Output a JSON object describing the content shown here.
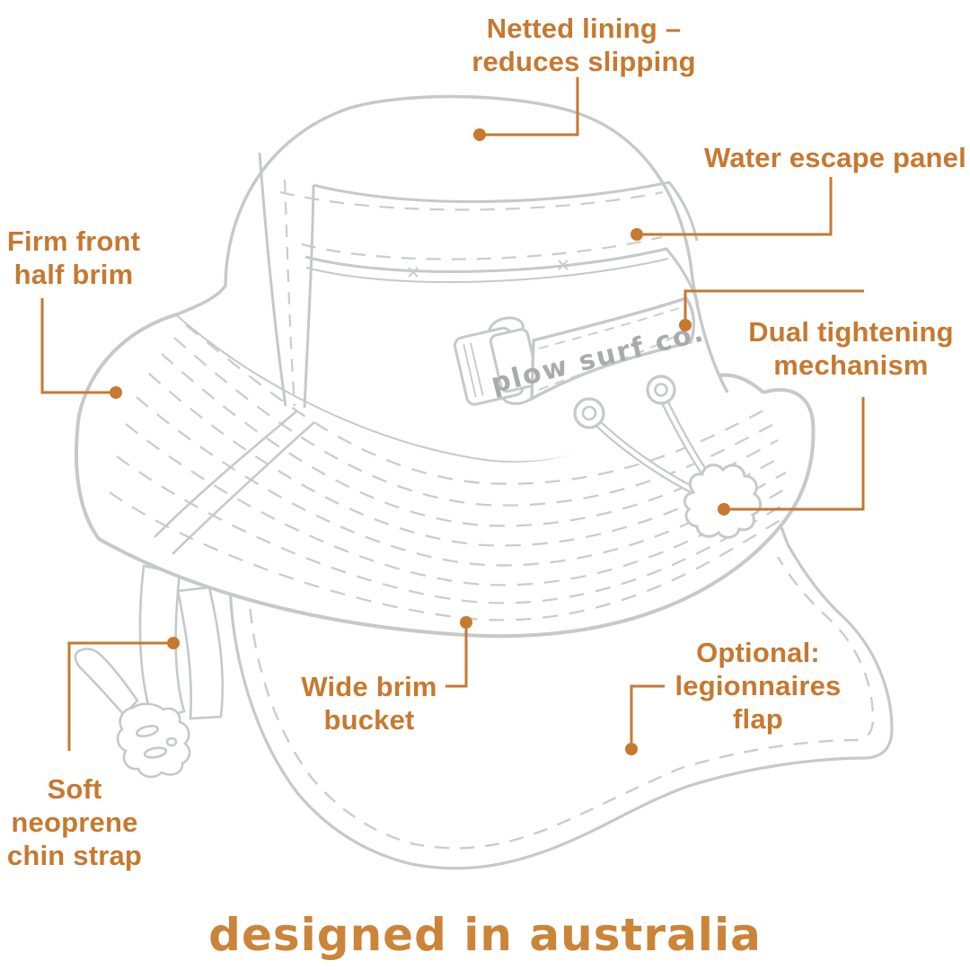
{
  "brand": {
    "strap_label": "plow surf co.",
    "footer": "designed in australia"
  },
  "colors": {
    "accent_orange": "#C6792F",
    "footer_orange": "#CC8438",
    "line_art_gray": "#C6C8CA",
    "stitch_gray": "#CACCCE",
    "strap_text_gray": "#A8ABAD"
  },
  "labels": {
    "netted_lining": {
      "lines": [
        "Netted lining –",
        "reduces slipping"
      ]
    },
    "water_escape": {
      "lines": [
        "Water escape panel"
      ]
    },
    "firm_brim": {
      "lines": [
        "Firm front",
        "half brim"
      ]
    },
    "dual_tightening": {
      "lines": [
        "Dual tightening",
        "mechanism"
      ]
    },
    "wide_brim": {
      "lines": [
        "Wide brim",
        "bucket"
      ]
    },
    "legionnaires": {
      "lines": [
        "Optional:",
        "legionnaires",
        "flap"
      ]
    },
    "chin_strap": {
      "lines": [
        "Soft",
        "neoprene",
        "chin strap"
      ]
    }
  }
}
